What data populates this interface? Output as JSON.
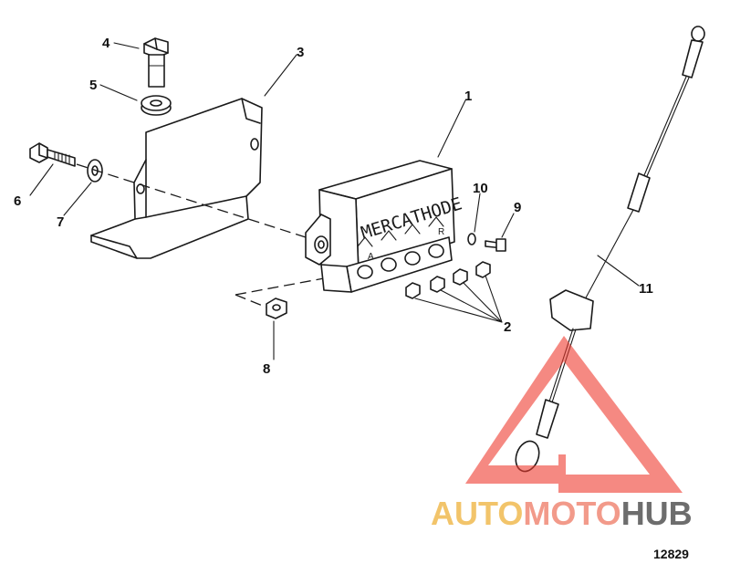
{
  "figure_number": "12829",
  "callouts": [
    "1",
    "2",
    "3",
    "4",
    "5",
    "6",
    "7",
    "8",
    "9",
    "10",
    "11"
  ],
  "block_label": "MERCATHODE",
  "terminal_marks": [
    "A",
    "R"
  ],
  "watermark": {
    "word_auto": "AUTO",
    "word_moto": "MOTO",
    "word_hub": "HUB",
    "color_auto": "#f2c46a",
    "color_moto": "#f29a8a",
    "color_hub": "#6d6d6d",
    "logo_color": "#ee3b2e"
  }
}
